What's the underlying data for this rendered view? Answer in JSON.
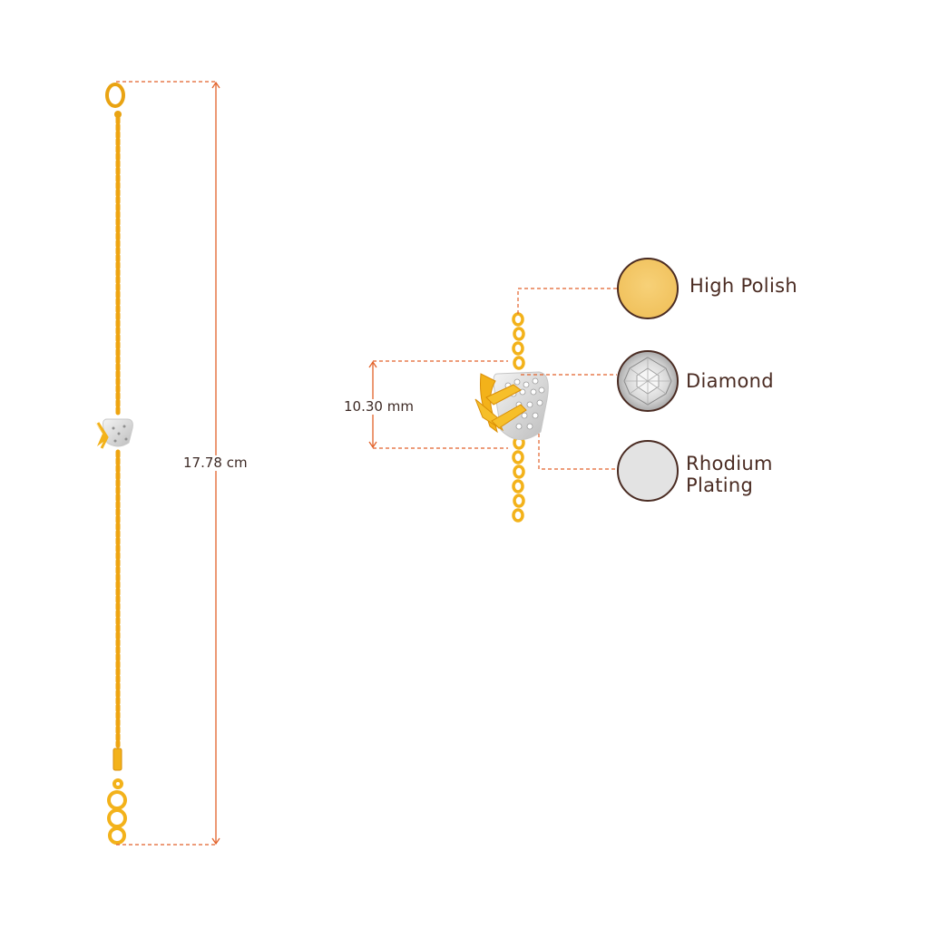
{
  "dimensions": {
    "length": "17.78 cm",
    "charm_height": "10.30 mm"
  },
  "materials": [
    {
      "name": "High Polish",
      "icon": "gold-swatch-icon",
      "color": "#f3c866"
    },
    {
      "name": "Diamond",
      "icon": "diamond-swatch-icon",
      "color": "#d9d9d9"
    },
    {
      "name": "Rhodium Plating",
      "icon": "rhodium-swatch-icon",
      "color": "#e3e3e3"
    }
  ],
  "colors": {
    "gold": "#f7b81a",
    "gold_dark": "#d98e06",
    "measure_line": "#e2622a",
    "swatch_border": "#4a2b22",
    "text": "#4a2b22"
  }
}
